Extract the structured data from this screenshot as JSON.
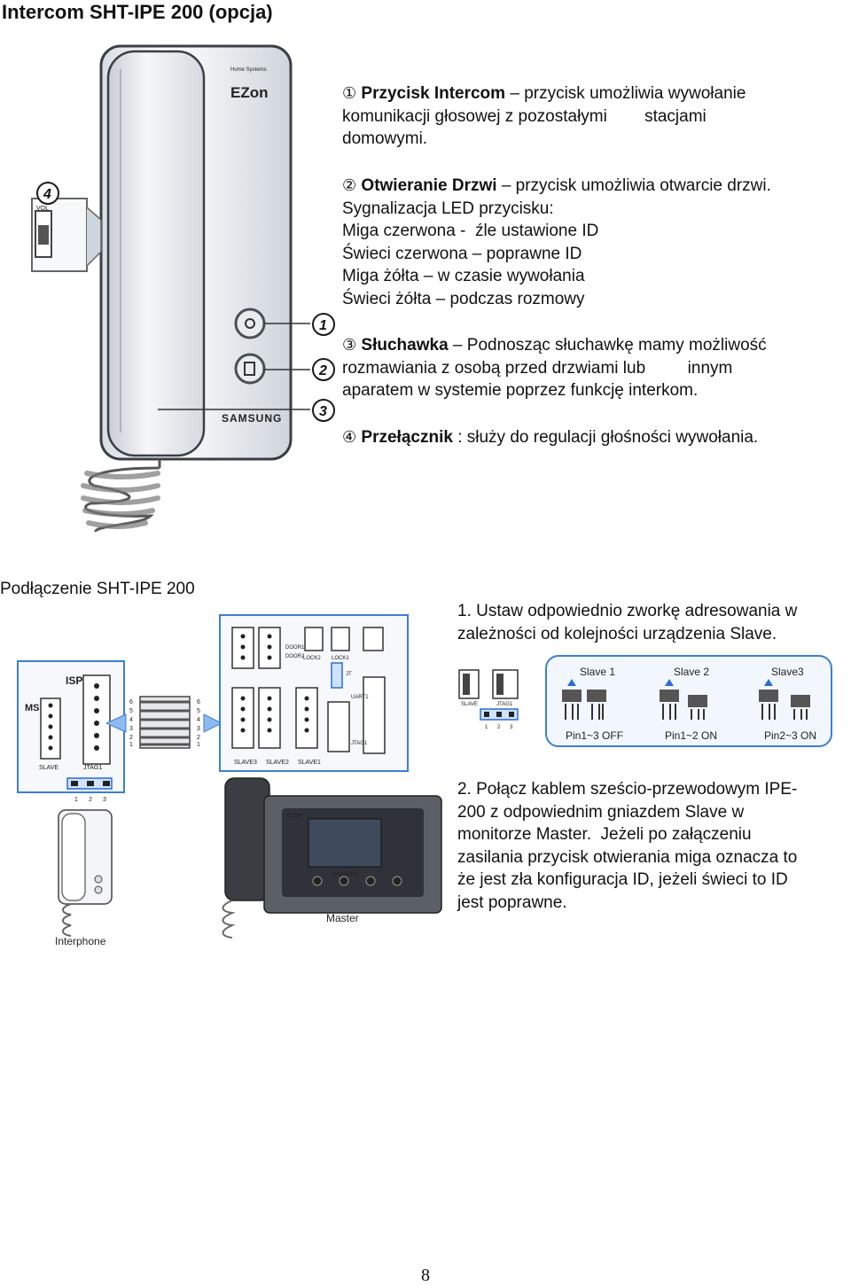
{
  "page": {
    "title": "Intercom SHT-IPE 200 (opcja)",
    "page_number": "8"
  },
  "features": [
    {
      "marker": "①",
      "name": "Przycisk Intercom",
      "lines": [
        "– przycisk  umożliwia wywołanie",
        "komunikacji głosowej z pozostałymi        stacjami",
        "domowymi."
      ]
    },
    {
      "marker": "②",
      "name": "Otwieranie Drzwi",
      "lines": [
        "– przycisk umożliwia otwarcie drzwi.",
        "Sygnalizacja LED przycisku:",
        "Miga czerwona -  źle ustawione ID",
        "Świeci czerwona – poprawne ID",
        "Miga żółta – w czasie wywołania",
        "Świeci żółta – podczas rozmowy"
      ]
    },
    {
      "marker": "③",
      "name": "Słuchawka",
      "lines": [
        "– Podnosząc słuchawkę mamy możliwość",
        "rozmawiania z osobą przed drzwiami lub         innym",
        "aparatem w systemie poprzez funkcję interkom."
      ]
    },
    {
      "marker": "④",
      "name": "Przełącznik",
      "lines": [
        ": służy do regulacji głośności wywołania."
      ]
    }
  ],
  "connection": {
    "heading": "Podłączenie SHT-IPE 200",
    "step1": [
      "1. Ustaw odpowiednio zworkę adresowania w",
      "zależności od kolejności urządzenia Slave."
    ],
    "step2": [
      "2. Połącz kablem sześcio-przewodowym IPE-",
      "200 z odpowiednim gniazdem Slave w",
      "monitorze Master.  Jeżeli po załączeniu",
      "zasilania przycisk otwierania miga oznacza to",
      "że jest zła konfiguracja ID, jeżeli świeci to ID",
      "jest poprawne."
    ]
  },
  "device_figure": {
    "brand_small": "Home Systems",
    "brand_logo": "EZon",
    "maker": "SAMSUNG",
    "switch_label": "VOL",
    "callouts": [
      "1",
      "2",
      "3",
      "4"
    ]
  },
  "wiring_figure": {
    "isp": "ISP",
    "ms": "MS",
    "slave": "SLAVE",
    "jtag1": "JTAG1",
    "jtag_nums": [
      "1",
      "2",
      "3"
    ],
    "pin_numbers": [
      "6",
      "5",
      "4",
      "3",
      "2",
      "1"
    ],
    "master_ports_top": [
      "DOOR1",
      "DOOR2",
      "LOCK2",
      "LOCK1"
    ],
    "master_ports_bottom": [
      "SLAVE3",
      "SLAVE2",
      "SLAVE1"
    ],
    "uart": "UART1",
    "jtag": "JTAG1",
    "jt": "JT",
    "interphone": "Interphone",
    "master": "Master",
    "ezon": "EZon",
    "samsung": "SAMSUNG"
  },
  "jumper_figure": {
    "slave": "SLAVE",
    "jtag1": "JTAG1",
    "nums": [
      "1",
      "2",
      "3"
    ],
    "slaves": [
      "Slave 1",
      "Slave 2",
      "Slave3"
    ],
    "settings": [
      "Pin1~3 OFF",
      "Pin1~2 ON",
      "Pin2~3 ON"
    ]
  }
}
